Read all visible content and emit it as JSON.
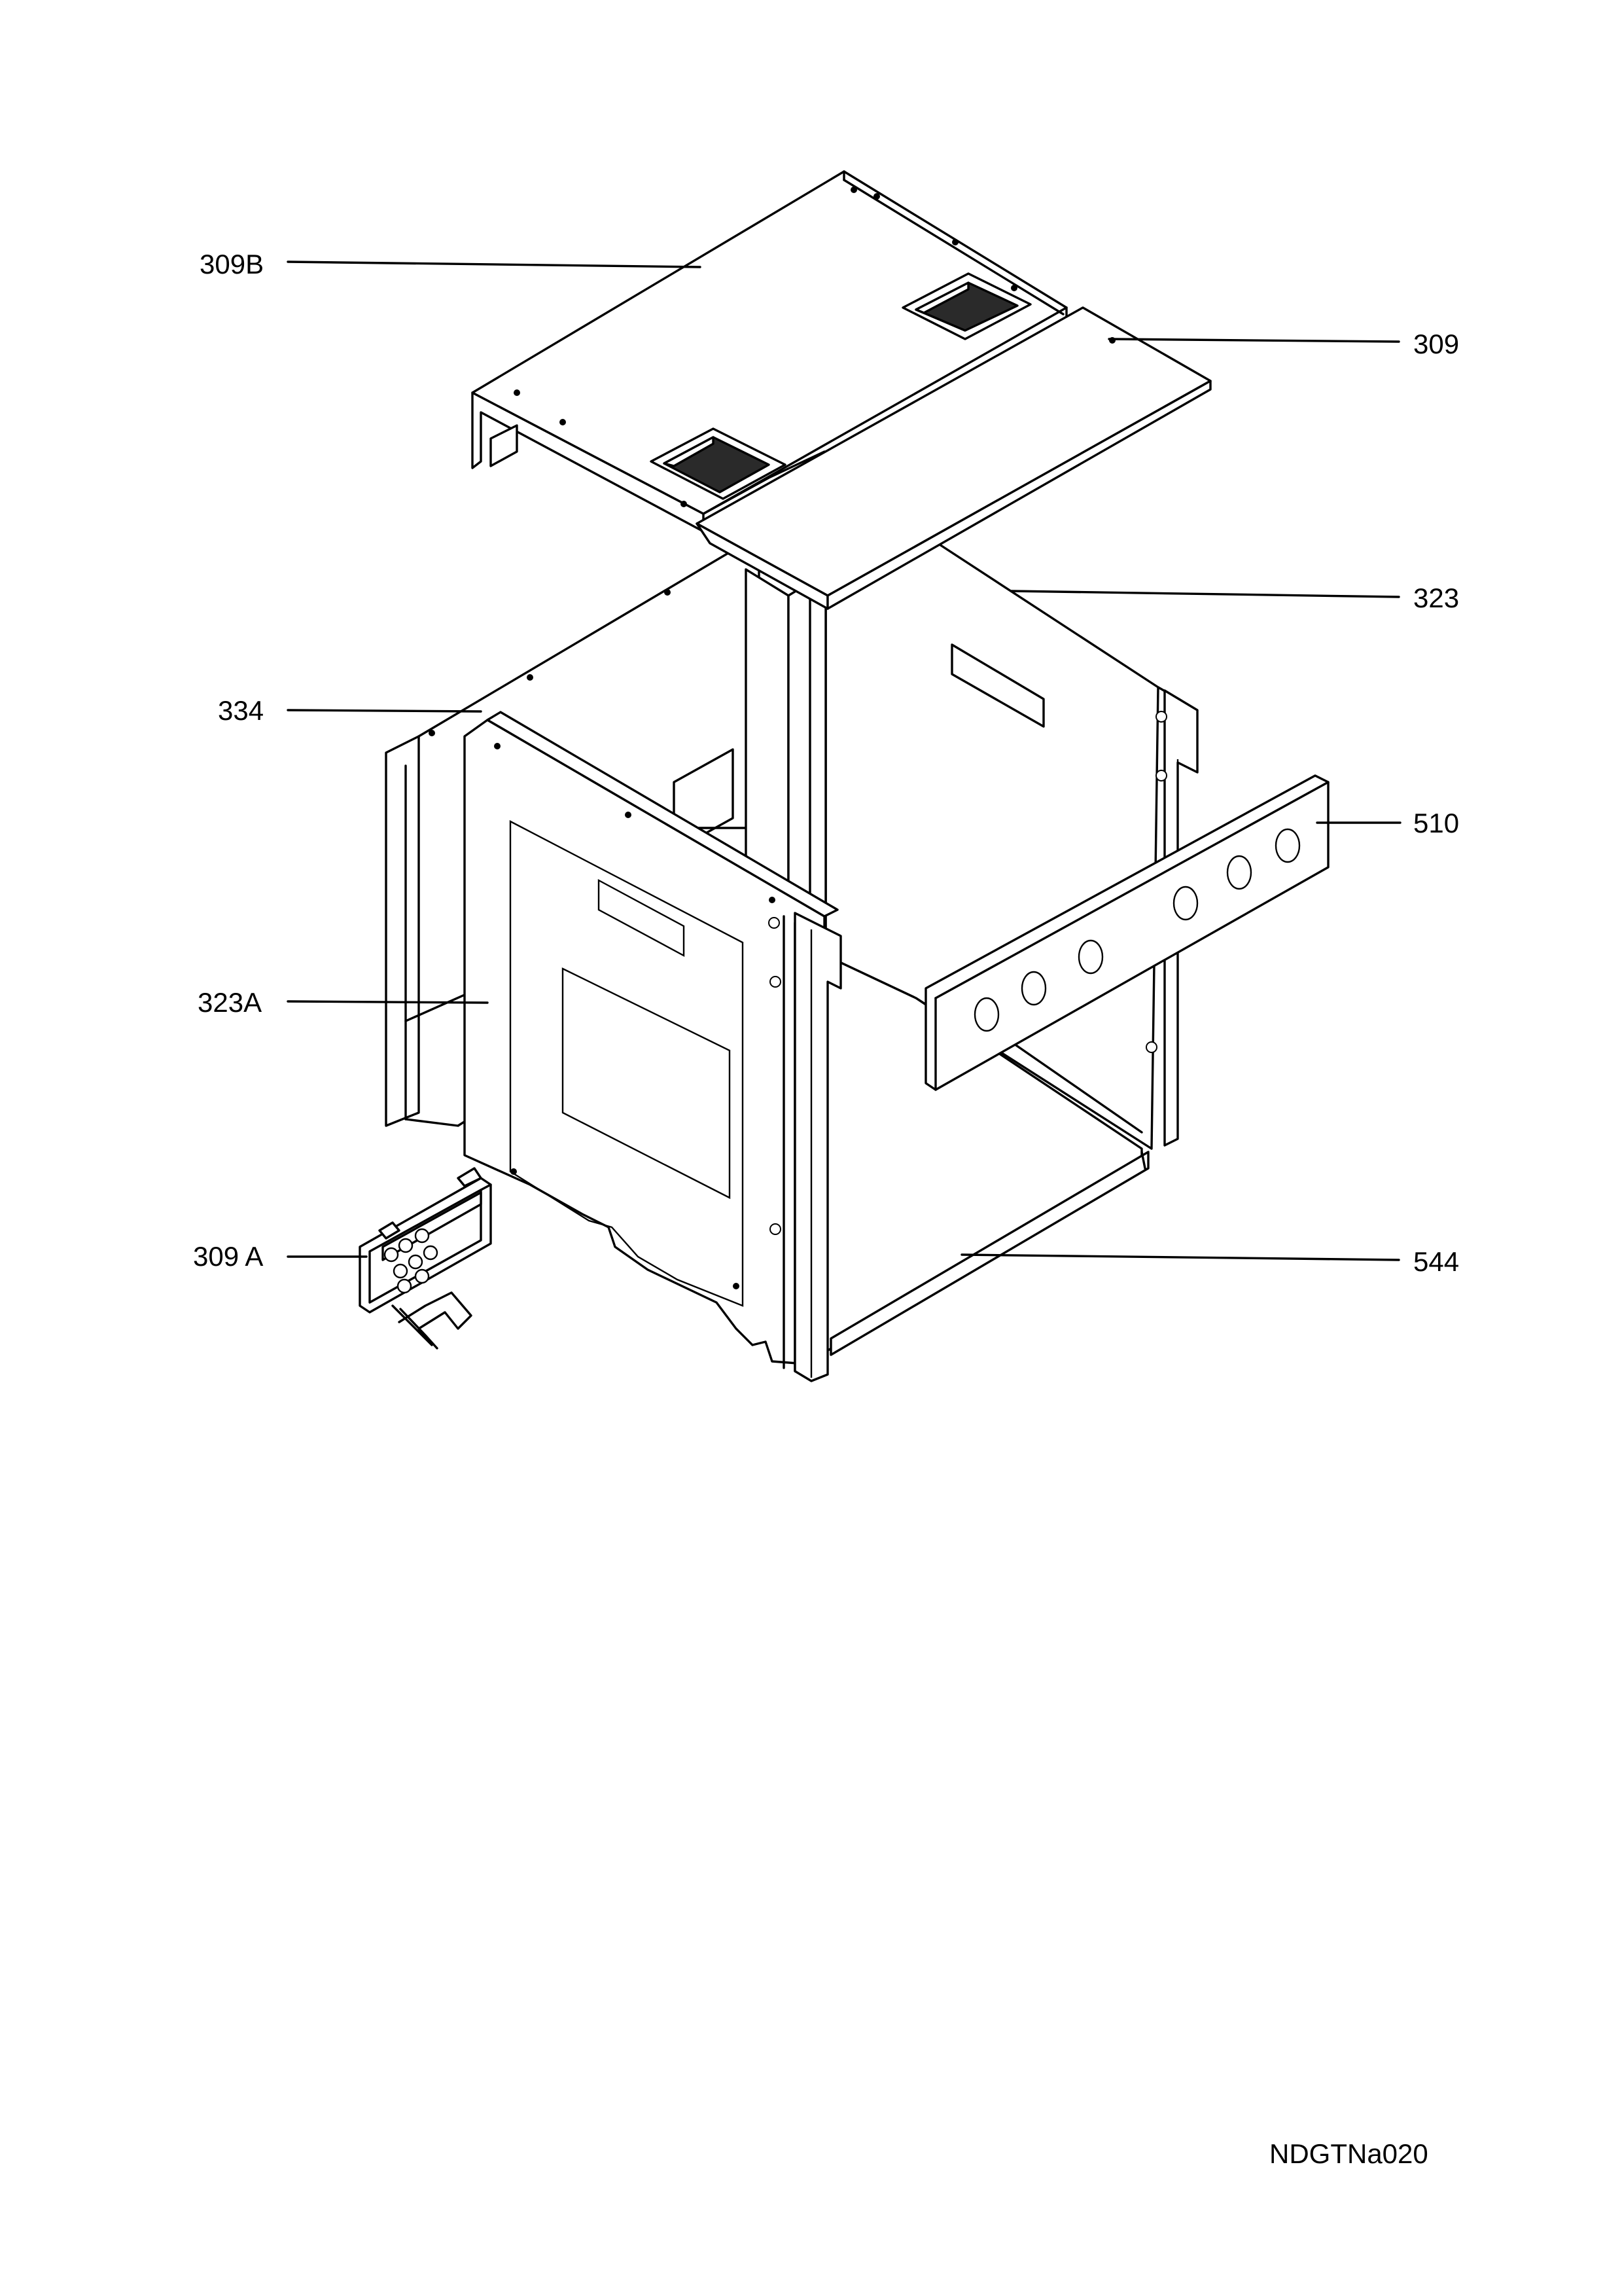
{
  "drawing_code": "NDGTNa020",
  "callouts": [
    {
      "id": "309B",
      "text": "309B"
    },
    {
      "id": "309",
      "text": "309"
    },
    {
      "id": "323",
      "text": "323"
    },
    {
      "id": "334",
      "text": "334"
    },
    {
      "id": "510",
      "text": "510"
    },
    {
      "id": "323A",
      "text": "323A"
    },
    {
      "id": "309A",
      "text": "309 A"
    },
    {
      "id": "544",
      "text": "544"
    }
  ]
}
